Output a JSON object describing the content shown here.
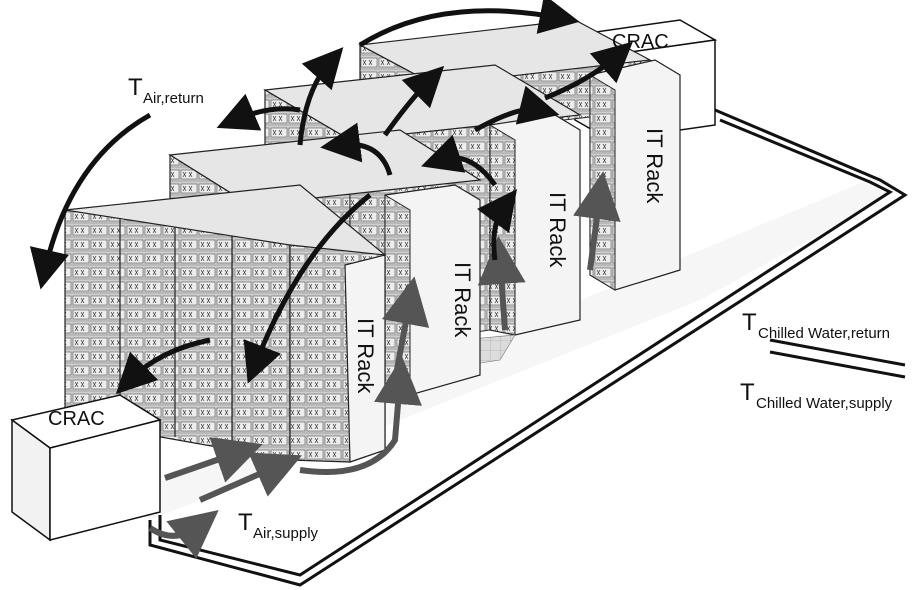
{
  "diagram": {
    "labels": {
      "crac_front": "CRAC",
      "crac_back": "CRAC",
      "rack_1": "IT Rack",
      "rack_2": "IT Rack",
      "rack_3": "IT Rack",
      "air_return_T": "T",
      "air_return_sub": "Air,return",
      "air_supply_T": "T",
      "air_supply_sub": "Air,supply",
      "cw_return_T": "T",
      "cw_return_sub": "Chilled Water,return",
      "cw_supply_T": "T",
      "cw_supply_sub": "Chilled Water,supply"
    },
    "colors": {
      "pipe": "#111111",
      "hot_air_arrow": "#111111",
      "cold_air_arrow": "#555555",
      "rack_front": "#cfcfcf",
      "rack_side": "#f4f4f4",
      "rack_top": "#e6e6e6",
      "crac_fill": "#ffffff"
    },
    "icons": {
      "hot_air": "curved-arrow-icon",
      "cold_air": "straight-arrow-icon"
    }
  }
}
